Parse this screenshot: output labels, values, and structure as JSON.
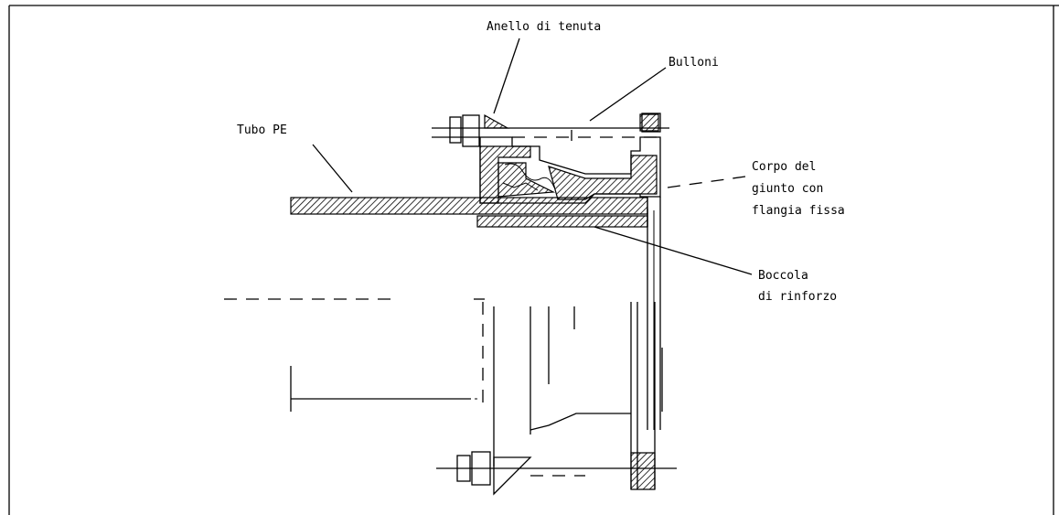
{
  "labels": {
    "sealing_ring": "Anello di tenuta",
    "bolts": "Bulloni",
    "pe_pipe": "Tubo PE",
    "joint_body_line1": "Corpo del",
    "joint_body_line2": "giunto con",
    "joint_body_line3": "flangia fissa",
    "reinforcement_line1": "Boccola",
    "reinforcement_line2": "di rinforzo"
  }
}
